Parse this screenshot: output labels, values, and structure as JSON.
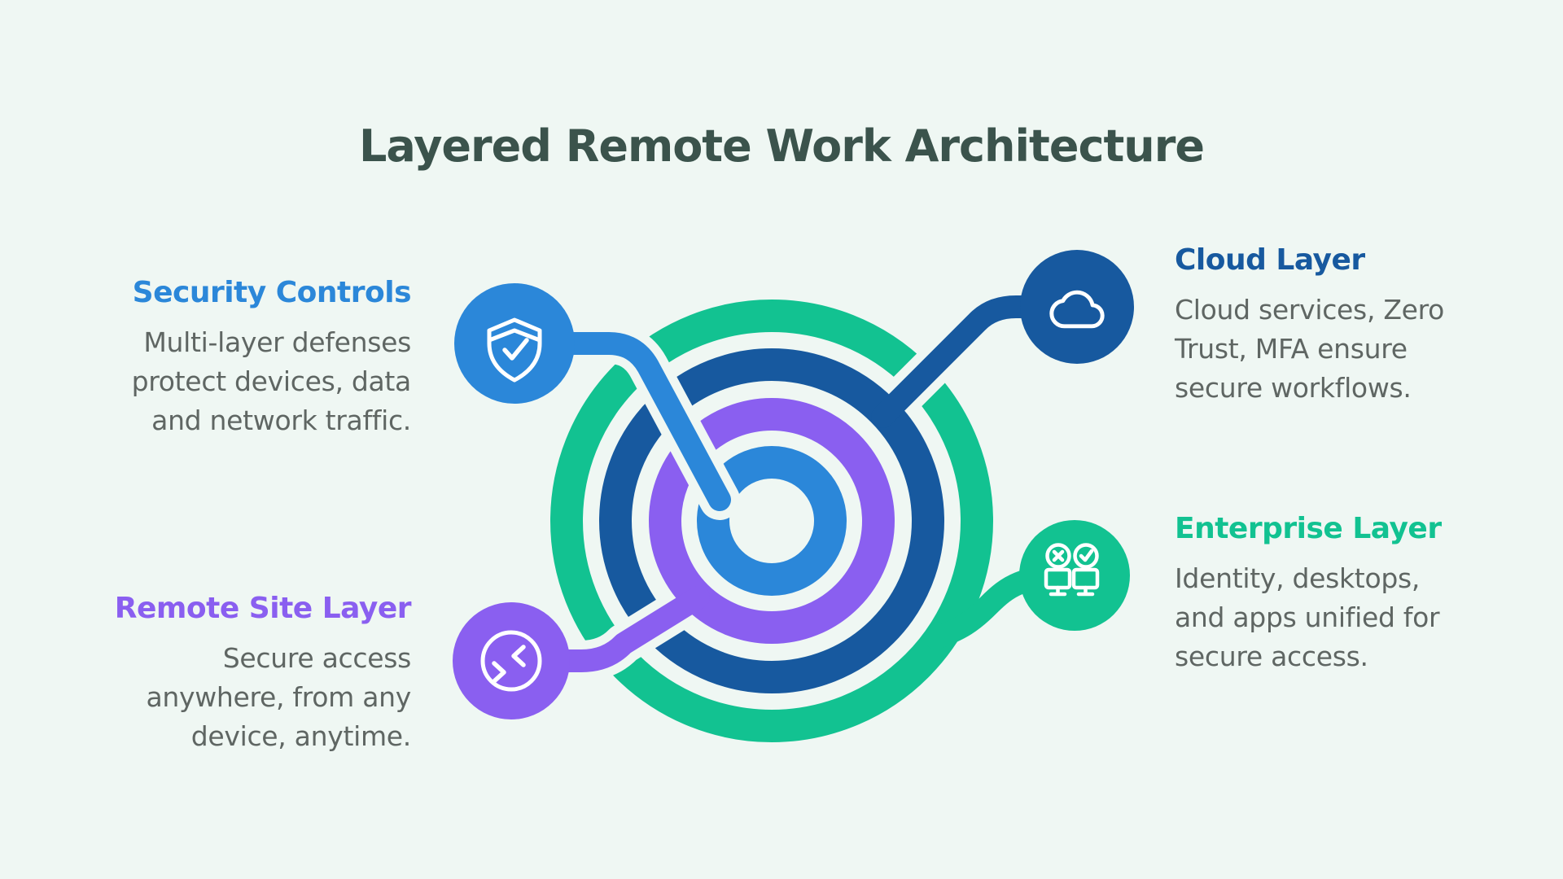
{
  "title": "Layered Remote Work Architecture",
  "colors": {
    "background": "#EFF7F3",
    "title_text": "#3B534C",
    "body_text": "#5F6663",
    "security_blue": "#2B87D9",
    "cloud_navy": "#17599F",
    "remote_purple": "#8A5FF0",
    "enterprise_green": "#12C291"
  },
  "rings": [
    {
      "name": "enterprise-ring",
      "color": "#12C291",
      "radius": 252
    },
    {
      "name": "cloud-ring",
      "color": "#17599F",
      "radius": 192
    },
    {
      "name": "remote-site-ring",
      "color": "#8A5FF0",
      "radius": 131
    },
    {
      "name": "security-ring",
      "color": "#2B87D9",
      "radius": 72
    }
  ],
  "sections": {
    "security": {
      "heading": "Security Controls",
      "lines": [
        "Multi-layer defenses",
        "protect devices, data",
        "and network traffic."
      ],
      "icon": "shield-check-icon",
      "color": "#2B87D9"
    },
    "cloud": {
      "heading": "Cloud Layer",
      "lines": [
        "Cloud services, Zero",
        "Trust, MFA ensure",
        "secure workflows."
      ],
      "icon": "cloud-icon",
      "color": "#17599F"
    },
    "remote": {
      "heading": "Remote Site Layer",
      "lines": [
        "Secure access",
        "anywhere, from any",
        "device, anytime."
      ],
      "icon": "remote-session-icon",
      "color": "#8A5FF0"
    },
    "enterprise": {
      "heading": "Enterprise Layer",
      "lines": [
        "Identity, desktops,",
        "and apps unified for",
        "secure access."
      ],
      "icon": "monitors-check-icon",
      "color": "#12C291"
    }
  }
}
